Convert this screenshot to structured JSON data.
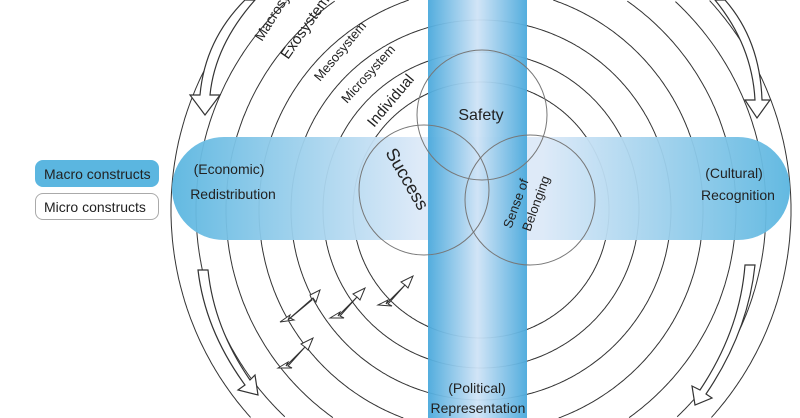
{
  "legend": {
    "macro": "Macro constructs",
    "micro": "Micro constructs"
  },
  "rings": [
    "Macrosystem",
    "Exosystem",
    "Mesosystem",
    "Microsystem",
    "Individual"
  ],
  "bars": {
    "left_line1": "(Economic)",
    "left_line2": "Redistribution",
    "right_line1": "(Cultural)",
    "right_line2": "Recognition",
    "bottom_line1": "(Political)",
    "bottom_line2": "Representation"
  },
  "circles": {
    "safety": "Safety",
    "success": "Success",
    "belonging_line1": "Sense of",
    "belonging_line2": "Belonging"
  },
  "colors": {
    "accent": "#5bb6e0",
    "light": "#dbe9f8"
  }
}
